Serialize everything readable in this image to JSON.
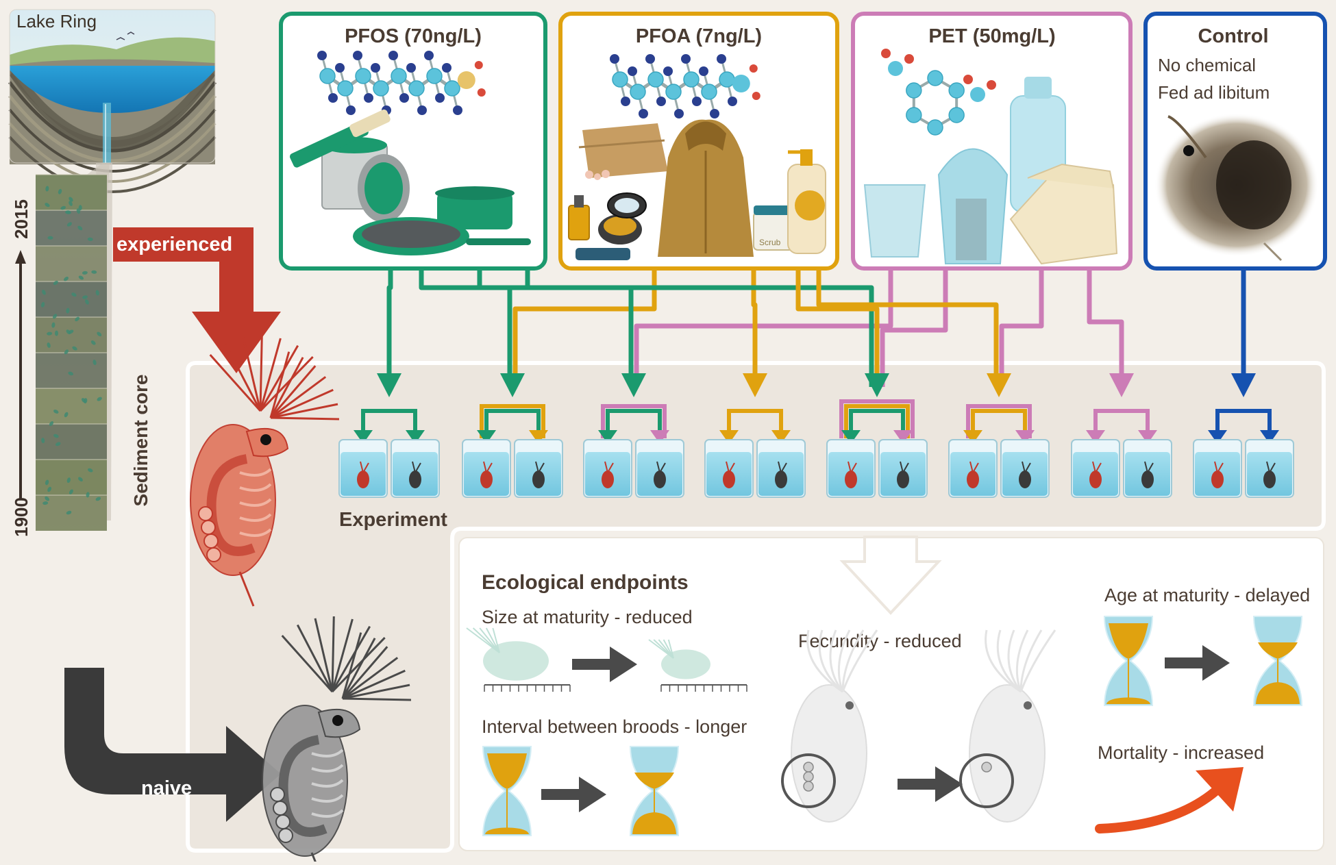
{
  "lake": {
    "title": "Lake Ring"
  },
  "timeline": {
    "year_top": "2015",
    "year_bottom": "1900",
    "core_label": "Sediment core"
  },
  "populations": {
    "experienced_label": "experienced",
    "naive_label": "naive"
  },
  "treatments": [
    {
      "title": "PFOS (70ng/L)",
      "color": "#1b9a6e"
    },
    {
      "title": "PFOA (7ng/L)",
      "color": "#e0a20f"
    },
    {
      "title": "PET (50mg/L)",
      "color": "#cc7cb6"
    },
    {
      "title": "Control",
      "color": "#1652b0",
      "line1": "No chemical",
      "line2": "Fed ad libitum"
    }
  ],
  "misc_text": {
    "scrub_label": "Scrub"
  },
  "experiment": {
    "label": "Experiment"
  },
  "endpoints": {
    "title": "Ecological endpoints",
    "size": "Size at maturity - reduced",
    "interval": "Interval between broods - longer",
    "fecundity": "Fecundity - reduced",
    "age": "Age at maturity - delayed",
    "mortality": "Mortality - increased"
  },
  "colors": {
    "pfos": "#1b9a6e",
    "pfoa": "#e0a20f",
    "pet": "#cc7cb6",
    "control": "#1652b0",
    "experienced": "#c0392b",
    "naive": "#3a3a3a",
    "mortality_arrow": "#e8501e",
    "water": "#8fd3e6",
    "molecule": "#5cc3db",
    "fluorine": "#2a3f8f"
  }
}
